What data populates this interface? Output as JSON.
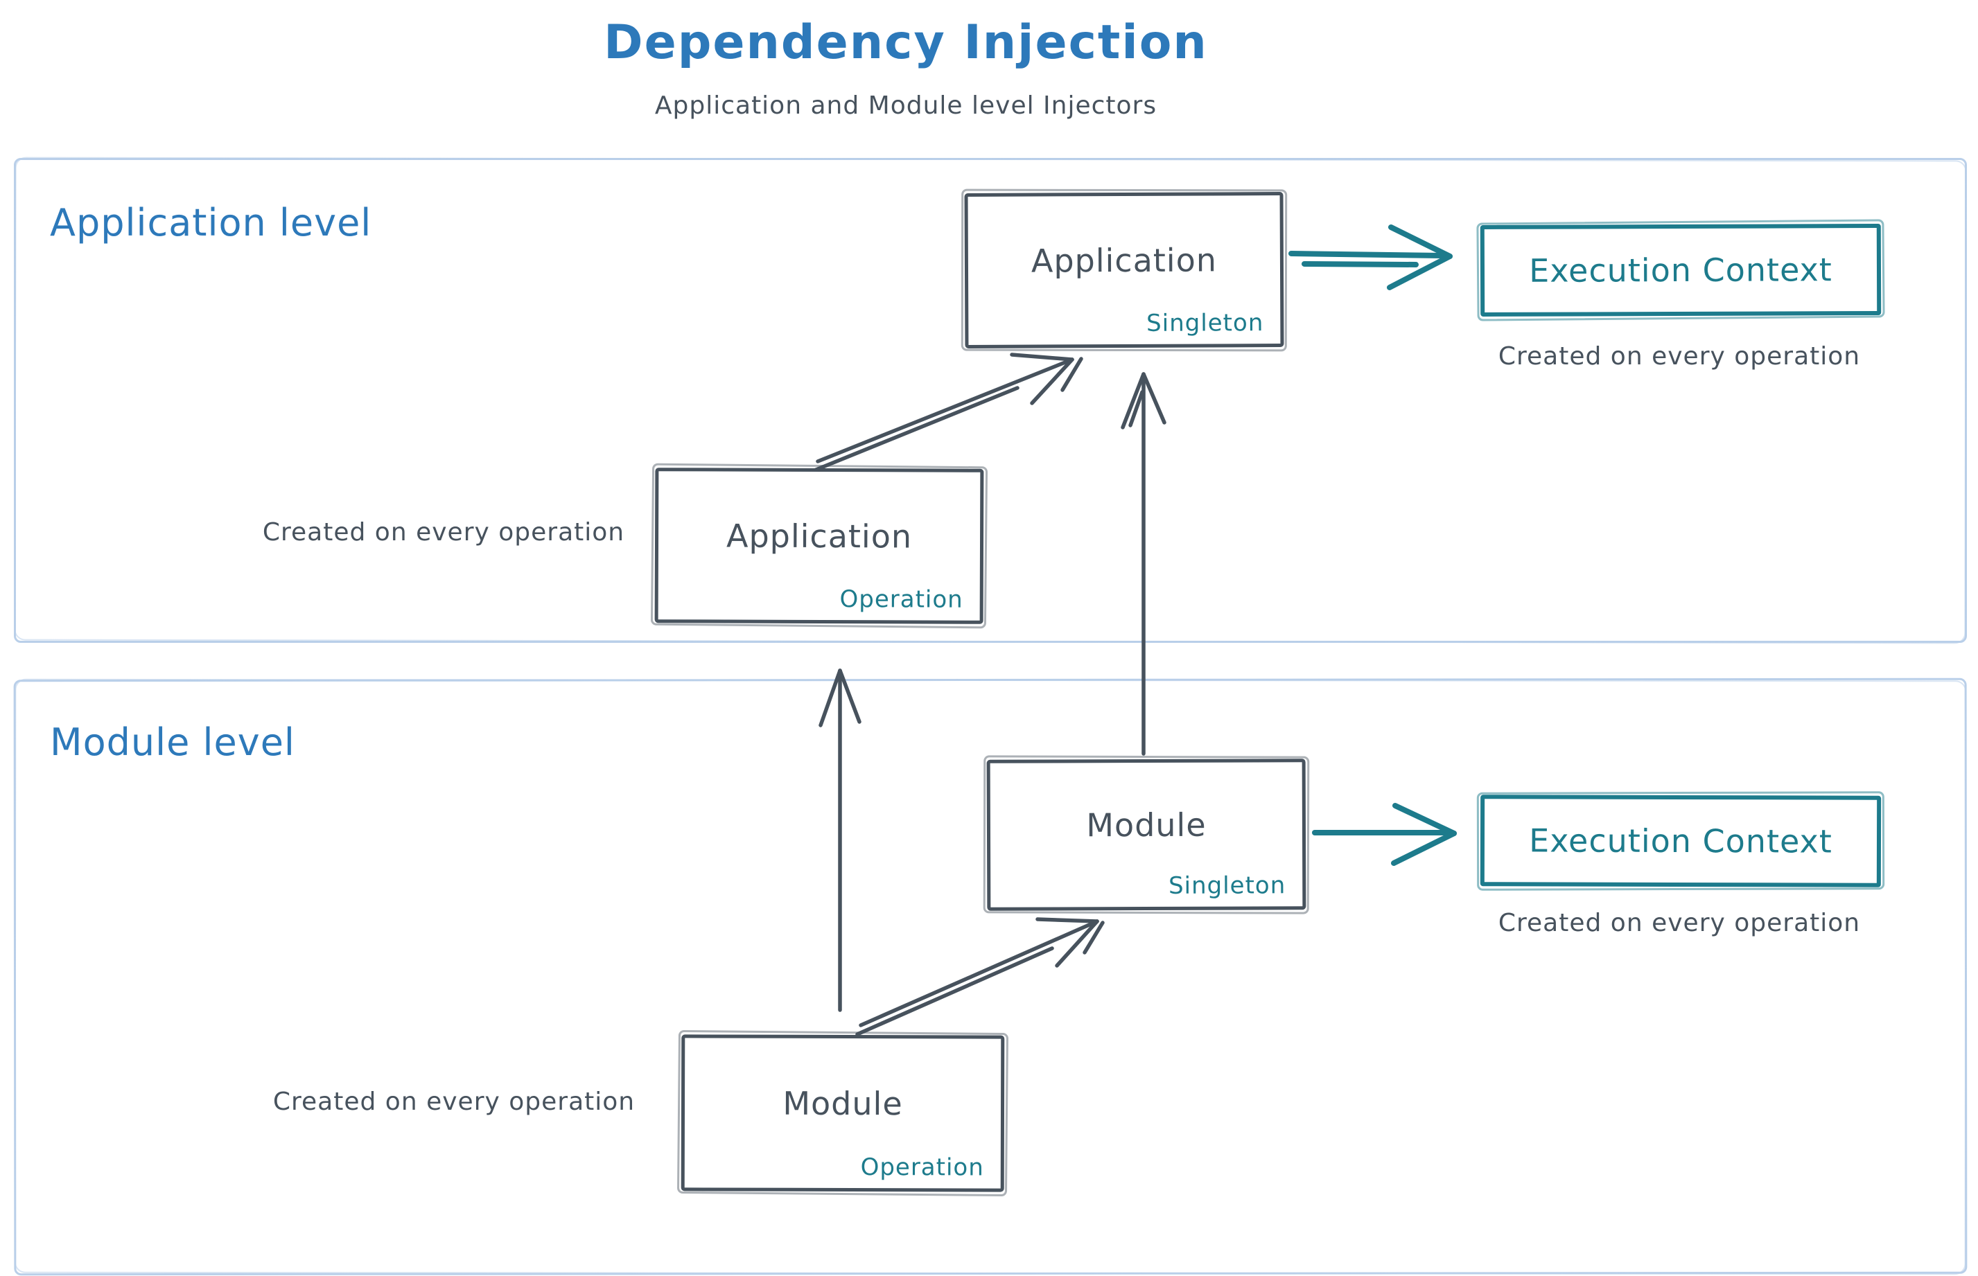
{
  "header": {
    "title": "Dependency Injection",
    "subtitle": "Application and Module level Injectors"
  },
  "application_level": {
    "label": "Application level",
    "singleton_box": {
      "name": "Application",
      "tag": "Singleton"
    },
    "operation_box": {
      "name": "Application",
      "tag": "Operation"
    },
    "operation_caption": "Created on every operation",
    "execution_context": {
      "label": "Execution Context",
      "caption": "Created on every operation"
    }
  },
  "module_level": {
    "label": "Module level",
    "singleton_box": {
      "name": "Module",
      "tag": "Singleton"
    },
    "operation_box": {
      "name": "Module",
      "tag": "Operation"
    },
    "operation_caption": "Created on every operation",
    "execution_context": {
      "label": "Execution Context",
      "caption": "Created on every operation"
    }
  },
  "colors": {
    "accent_blue": "#2d79ba",
    "accent_teal": "#1d7b8c",
    "ink": "#47525d",
    "section_border": "#b9cfe9"
  }
}
